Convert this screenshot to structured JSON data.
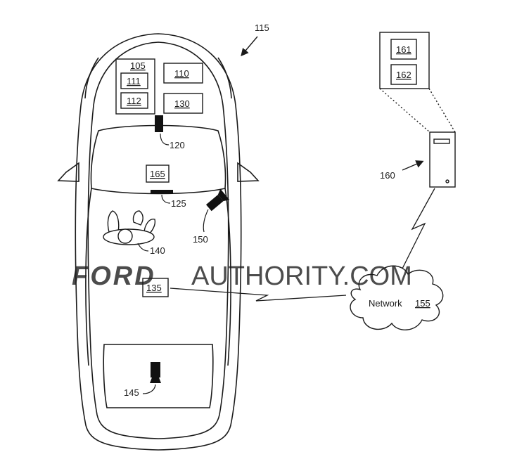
{
  "labels": {
    "vehicle": "115",
    "module_group": "105",
    "block_111": "111",
    "block_112": "112",
    "block_110": "110",
    "block_130": "130",
    "camera_120": "120",
    "block_165": "165",
    "sensor_125": "125",
    "camera_150": "150",
    "occupant_140": "140",
    "block_135": "135",
    "camera_145": "145",
    "server": "160",
    "block_161": "161",
    "block_162": "162",
    "network_word": "Network",
    "network_num": "155"
  },
  "watermark": {
    "part1": "FORD",
    "part2": "AUTHORITY.COM"
  },
  "colors": {
    "line": "#1a1a1a",
    "device_fill": "#111111",
    "watermark": "#6f6f6f"
  }
}
